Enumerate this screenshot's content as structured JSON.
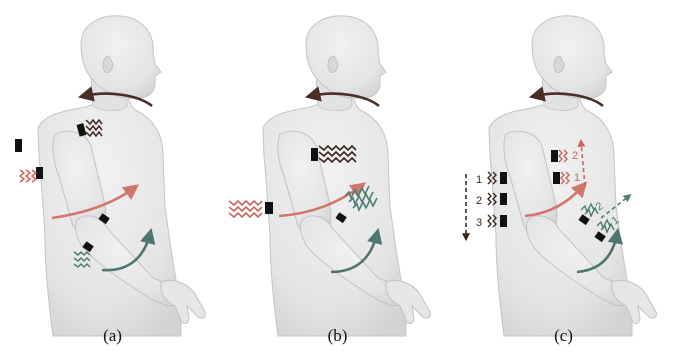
{
  "panels": [
    {
      "caption": "(a)"
    },
    {
      "caption": "(b)"
    },
    {
      "caption": "(c)",
      "upper_labels": [
        "2",
        "1"
      ],
      "back_labels": [
        "1",
        "2",
        "3"
      ],
      "forearm_labels": [
        "2",
        "1"
      ]
    }
  ],
  "colors": {
    "neck_arrow": "#4a2e26",
    "torso_arrow": "#d2766c",
    "elbow_arrow": "#4e7671",
    "vib_dark": "#3b2620",
    "vib_red": "#c9665c",
    "vib_teal": "#4f7e79",
    "actuator": "#111111",
    "body_fill": "#e7e7e7",
    "body_edge": "#c4c4c4"
  },
  "icons": {
    "actuator": "actuator-pad-icon",
    "vibration": "vibration-zigzag-icon"
  }
}
